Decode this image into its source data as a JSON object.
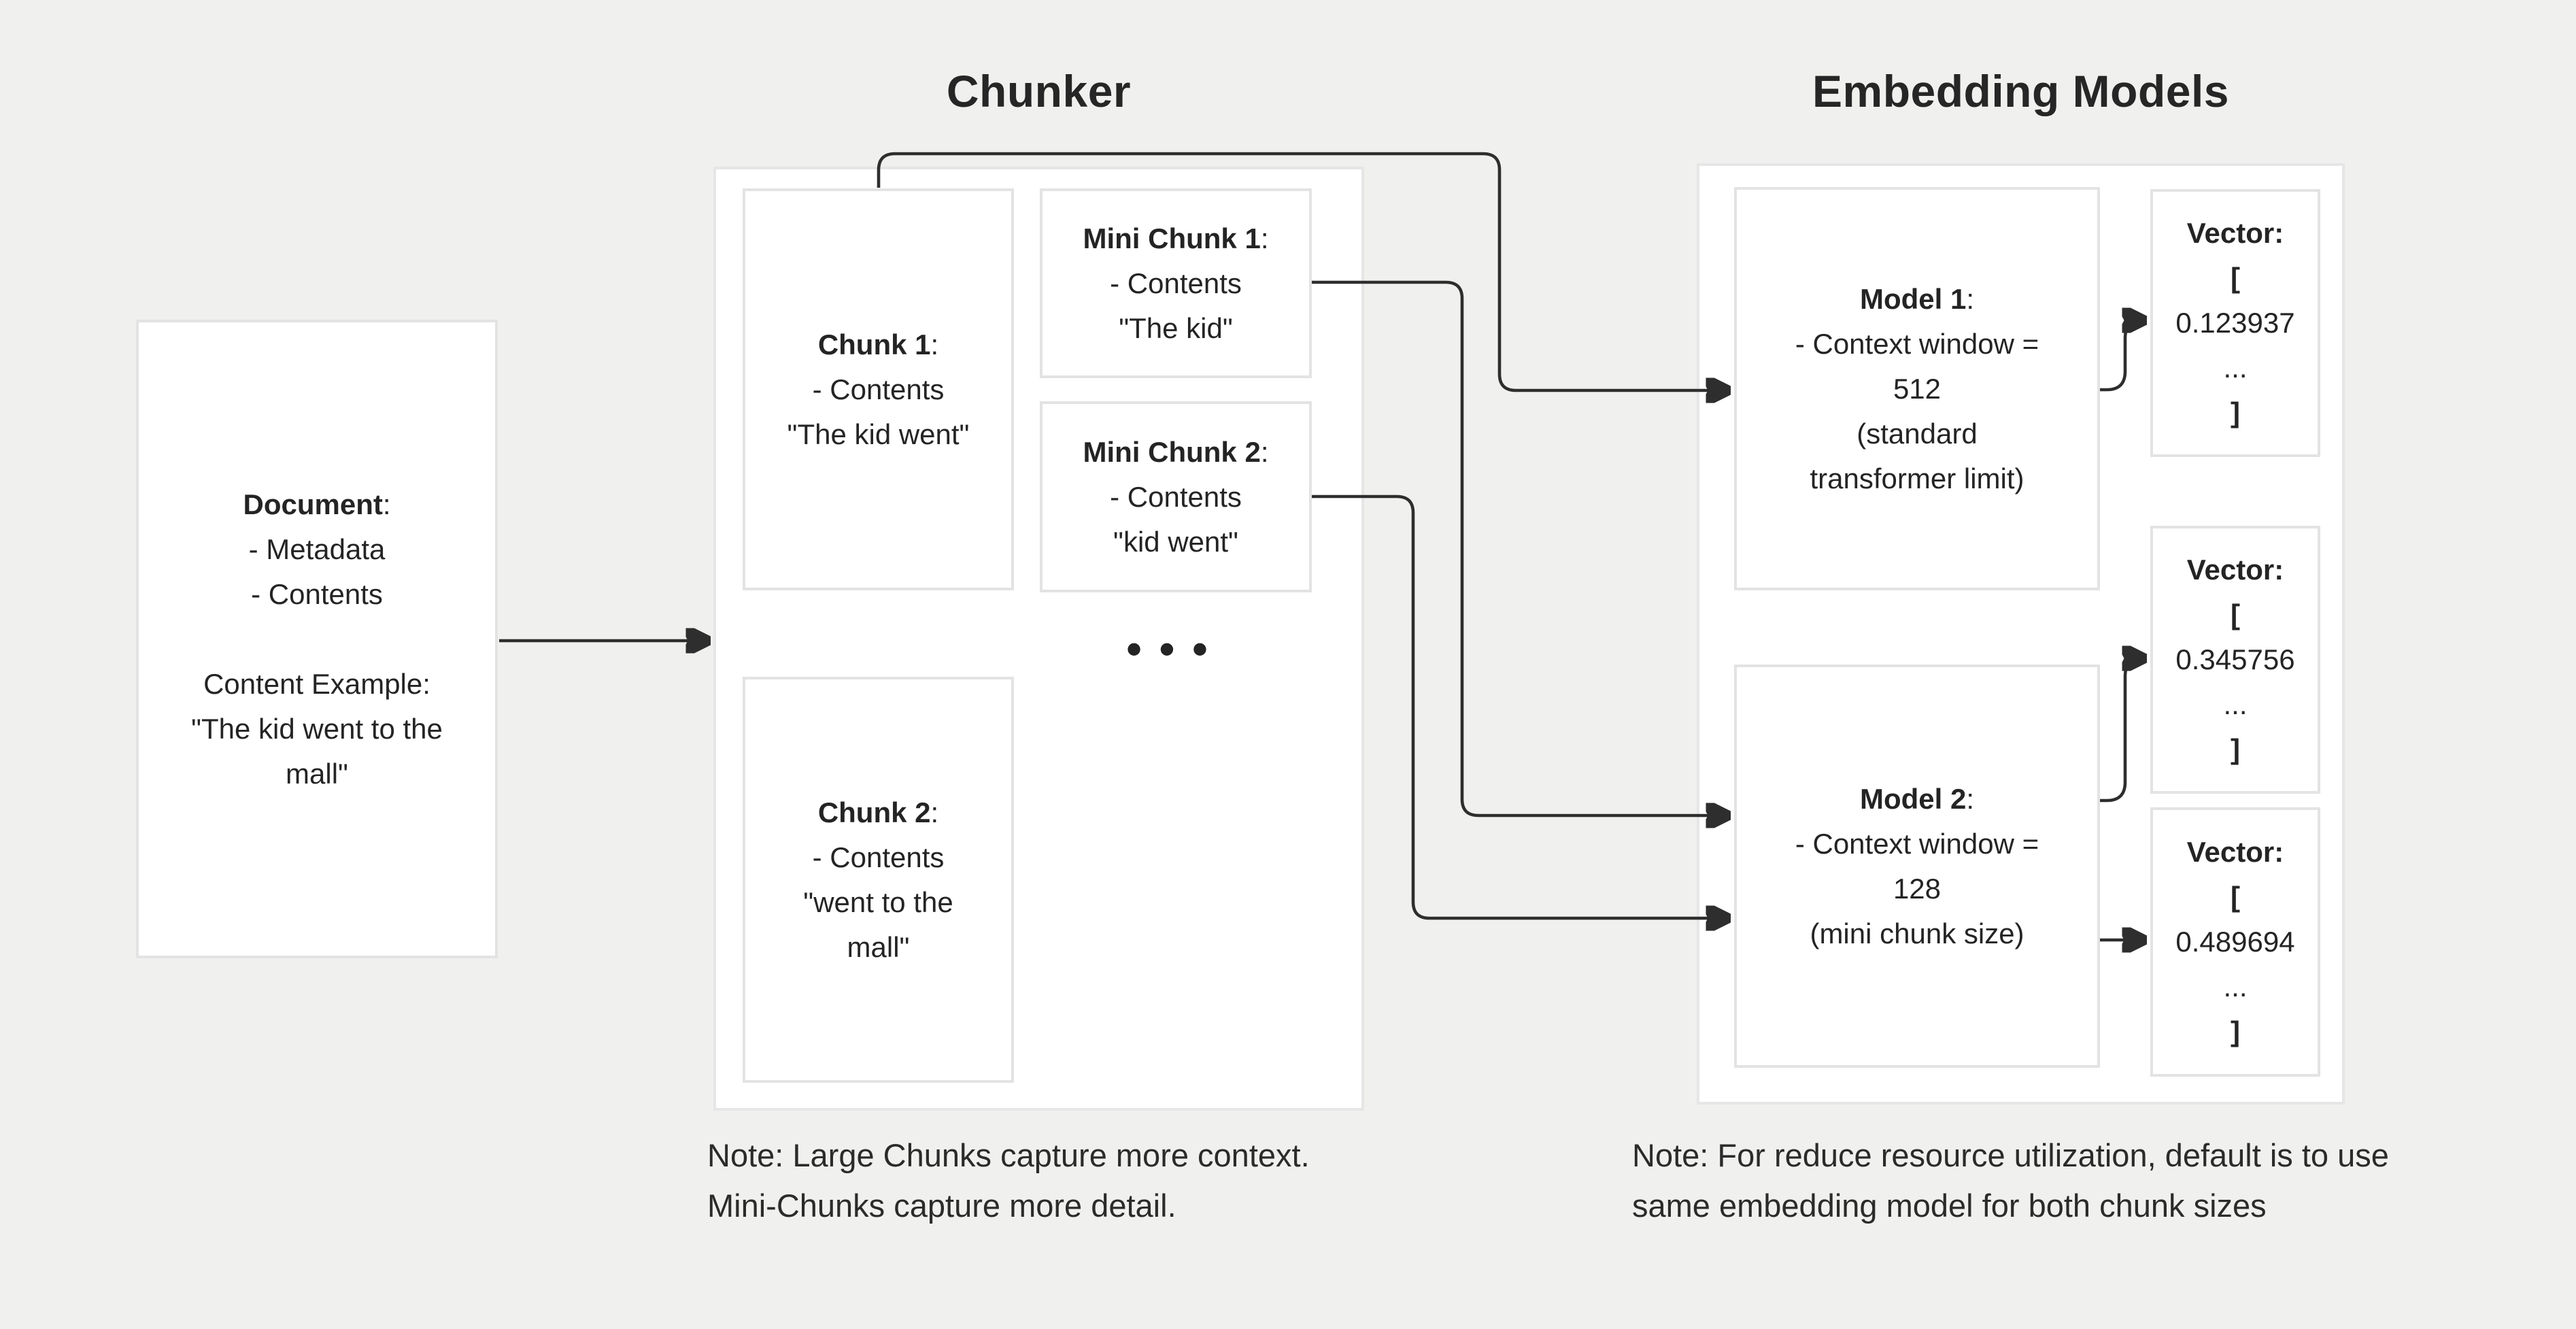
{
  "colors": {
    "background": "#f0f0ee",
    "box_fill": "#ffffff",
    "box_border": "#e3e3e3",
    "connector": "#2e2e2e",
    "text": "#242424"
  },
  "titles": {
    "chunker": "Chunker",
    "embedding_models": "Embedding Models"
  },
  "document_box": {
    "title": "Document",
    "colon": ":",
    "lines": [
      "- Metadata",
      "- Contents",
      "",
      "Content Example:",
      "\"The kid went to the",
      "mall\""
    ]
  },
  "chunker": {
    "chunk1": {
      "title": "Chunk 1",
      "colon": ":",
      "lines": [
        "- Contents",
        "\"The kid went\""
      ]
    },
    "mini_chunk1": {
      "title": "Mini Chunk 1",
      "colon": ":",
      "lines": [
        "- Contents",
        "\"The kid\""
      ]
    },
    "mini_chunk2": {
      "title": "Mini Chunk 2",
      "colon": ":",
      "lines": [
        "- Contents",
        "\"kid went\""
      ]
    },
    "ellipsis": "•••",
    "chunk2": {
      "title": "Chunk 2",
      "colon": ":",
      "lines": [
        "- Contents",
        "\"went to the",
        "mall\""
      ]
    },
    "note": [
      "Note: Large Chunks capture more context.",
      "Mini-Chunks capture more detail."
    ]
  },
  "embedding": {
    "model1": {
      "title": "Model 1",
      "colon": ":",
      "lines": [
        "- Context window =",
        "512",
        "(standard",
        "transformer limit)"
      ]
    },
    "model2": {
      "title": "Model 2",
      "colon": ":",
      "lines": [
        "- Context window =",
        "128",
        "(mini chunk size)"
      ]
    },
    "vector1": {
      "title": "Vector:",
      "lines": [
        "[",
        "0.123937",
        "...",
        "]"
      ]
    },
    "vector2": {
      "title": "Vector:",
      "lines": [
        "[",
        "0.345756",
        "...",
        "]"
      ]
    },
    "vector3": {
      "title": "Vector:",
      "lines": [
        "[",
        "0.489694",
        "...",
        "]"
      ]
    },
    "note": [
      "Note: For reduce resource utilization, default is to use",
      "same embedding model for both chunk sizes"
    ]
  }
}
